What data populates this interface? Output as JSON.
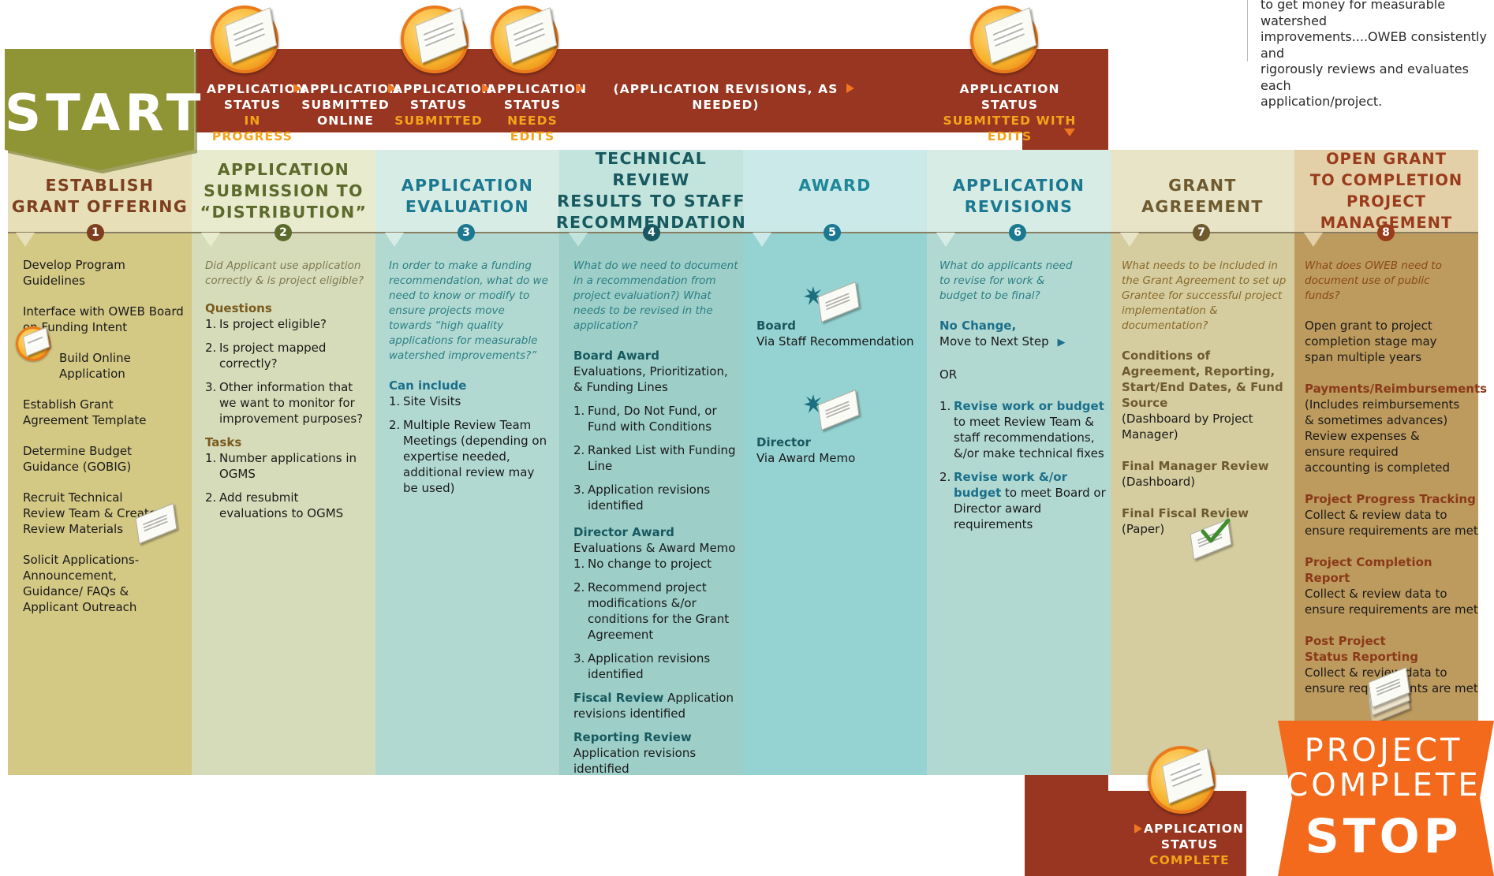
{
  "note": {
    "lines": [
      "to get money for measurable watershed",
      "improvements....OWEB consistently and",
      "rigorously reviews and evaluates each",
      "application/project."
    ]
  },
  "start_label": "START",
  "header": {
    "statuses": [
      {
        "line1": "APPLICATION",
        "line2": "STATUS",
        "line3": "IN PROGRESS"
      },
      {
        "line1": "APPLICATION",
        "line2": "SUBMITTED",
        "line3": "ONLINE"
      },
      {
        "line1": "APPLICATION",
        "line2": "STATUS",
        "line3": "SUBMITTED"
      },
      {
        "line1": "APPLICATION",
        "line2": "STATUS",
        "line3": "NEEDS EDITS"
      },
      {
        "line1": "APPLICATION",
        "line2": "STATUS",
        "line3": "SUBMITTED WITH EDITS"
      }
    ],
    "revisions_label": "(APPLICATION REVISIONS, AS NEEDED)"
  },
  "columns": [
    {
      "number": "1",
      "title_lines": [
        "ESTABLISH",
        "GRANT OFFERING"
      ],
      "items": [
        "Develop Program Guidelines",
        "Interface with OWEB Board on Funding Intent",
        "Build Online Application",
        "Establish Grant Agreement Template",
        "Determine Budget Guidance (GOBIG)",
        "Recruit Technical Review Team & Create Review Materials",
        "Solicit Applications- Announcement, Guidance/ FAQs & Applicant Outreach"
      ]
    },
    {
      "number": "2",
      "title_lines": [
        "APPLICATION",
        "SUBMISSION TO",
        "“DISTRIBUTION”"
      ],
      "question": "Did Applicant use application correctly & is project eligible?",
      "questions_label": "Questions",
      "questions": [
        "Is project eligible?",
        "Is project mapped correctly?",
        "Other information that we want to monitor for improvement purposes?"
      ],
      "tasks_label": "Tasks",
      "tasks": [
        "Number applications in OGMS",
        "Add resubmit evaluations to OGMS"
      ]
    },
    {
      "number": "3",
      "title_lines": [
        "APPLICATION",
        "EVALUATION"
      ],
      "question": "In order to make a funding recommendation, what do we need to know or modify to ensure projects move towards “high quality applications for measurable watershed improvements?”",
      "can_include_label": "Can include",
      "items": [
        "Site Visits",
        "Multiple Review Team Meetings (depending on expertise needed, additional review may be used)"
      ]
    },
    {
      "number": "4",
      "title_lines": [
        "TECHNICAL REVIEW",
        "RESULTS TO STAFF",
        "RECOMMENDATION"
      ],
      "question": "What do we need to document in a recommendation from project evaluation?) What needs to be revised in the application?",
      "board_award_label": "Board Award",
      "board_award_desc": "Evaluations, Prioritization, & Funding Lines",
      "board_items": [
        "Fund, Do Not Fund, or Fund with Conditions",
        "Ranked List with Funding Line",
        "Application revisions identified"
      ],
      "director_award_label": "Director Award",
      "director_award_desc": "Evaluations & Award Memo",
      "director_items": [
        "No  change to project",
        "Recommend project modifications &/or conditions for the Grant Agreement",
        "Application revisions identified"
      ],
      "fiscal_label": "Fiscal Review",
      "fiscal_desc": "Application revisions identified",
      "reporting_label": "Reporting Review",
      "reporting_desc": "Application revisions identified"
    },
    {
      "number": "5",
      "title_lines": [
        "AWARD"
      ],
      "board_label": "Board",
      "board_desc": "Via Staff Recommendation",
      "director_label": "Director",
      "director_desc": "Via Award Memo"
    },
    {
      "number": "6",
      "title_lines": [
        "APPLICATION",
        "REVISIONS"
      ],
      "question": "What do applicants need to revise for work & budget to be final?",
      "no_change_label": "No Change,",
      "no_change_desc": "Move to Next Step",
      "or_label": "OR",
      "item1_label": "Revise work or budget",
      "item1_desc": "to meet Review Team & staff recommendations, &/or make technical fixes",
      "item2_label": "Revise work &/or budget",
      "item2_desc": "to meet Board or Director award requirements"
    },
    {
      "number": "7",
      "title_lines": [
        "GRANT",
        "AGREEMENT"
      ],
      "question": "What needs to be included in the Grant Agreement to set up Grantee for successful project implementation & documentation?",
      "conditions_label": "Conditions of Agreement, Reporting, Start/End Dates, & Fund Source",
      "conditions_desc": "(Dashboard by Project Manager)",
      "manager_label": "Final Manager Review",
      "manager_desc": "(Dashboard)",
      "fiscal_label": "Final Fiscal Review",
      "fiscal_desc": "(Paper)"
    },
    {
      "number": "8",
      "title_lines": [
        "OPEN GRANT",
        "TO COMPLETION",
        "PROJECT MANAGEMENT"
      ],
      "question": "What does OWEB need to document use of public funds?",
      "intro": "Open grant to project completion stage may span multiple years",
      "payments_label": "Payments/Reimbursements",
      "payments_desc": "(Includes reimbursements & sometimes advances) Review expenses & ensure required accounting is completed",
      "progress_label": "Project Progress Tracking",
      "progress_desc": "Collect & review data to ensure requirements are met",
      "completion_label": "Project Completion Report",
      "completion_desc": "Collect & review data to ensure requirements are met",
      "post_label": "Post Project Status Reporting",
      "post_desc": "Collect & review data to ensure requirements are met"
    }
  ],
  "bottom_status": {
    "line1": "APPLICATION",
    "line2": "STATUS",
    "line3": "COMPLETE"
  },
  "stop": {
    "line1": "PROJECT",
    "line2": "COMPLETE",
    "line3": "STOP"
  },
  "colors": {
    "header_band": "#983621",
    "accent_orange": "#f07620",
    "status_highlight": "#f4a31a",
    "start_green": "#8f9434",
    "stop_orange": "#f36a1c"
  }
}
